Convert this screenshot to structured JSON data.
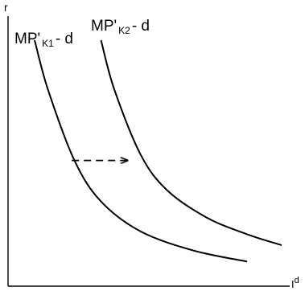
{
  "chart_data": {
    "type": "line",
    "title": "",
    "xlabel": "I",
    "xlabel_superscript": "d",
    "ylabel": "r",
    "grid": false,
    "legend": "none",
    "series": [
      {
        "name": "MP'K1 - d",
        "label_parts": {
          "main": "MP'",
          "sub": "K1",
          "tail": "- d"
        },
        "x": [
          1.0,
          1.5,
          2.5,
          3.5,
          5.0,
          7.0,
          9.0
        ],
        "y": [
          9.0,
          7.2,
          4.6,
          3.1,
          2.0,
          1.3,
          0.9
        ]
      },
      {
        "name": "MP'K2 - d",
        "label_parts": {
          "main": "MP'",
          "sub": "K2",
          "tail": "- d"
        },
        "x": [
          3.5,
          4.0,
          5.0,
          6.0,
          7.5,
          9.0,
          10.3
        ],
        "y": [
          9.0,
          7.2,
          4.8,
          3.5,
          2.5,
          1.9,
          1.5
        ]
      }
    ],
    "annotations": [
      {
        "type": "arrow",
        "style": "dashed",
        "meaning": "shift-right",
        "from": [
          2.4,
          4.6
        ],
        "to": [
          4.5,
          4.6
        ]
      }
    ],
    "colors": {
      "axis": "#000000",
      "curve": "#000000"
    }
  }
}
